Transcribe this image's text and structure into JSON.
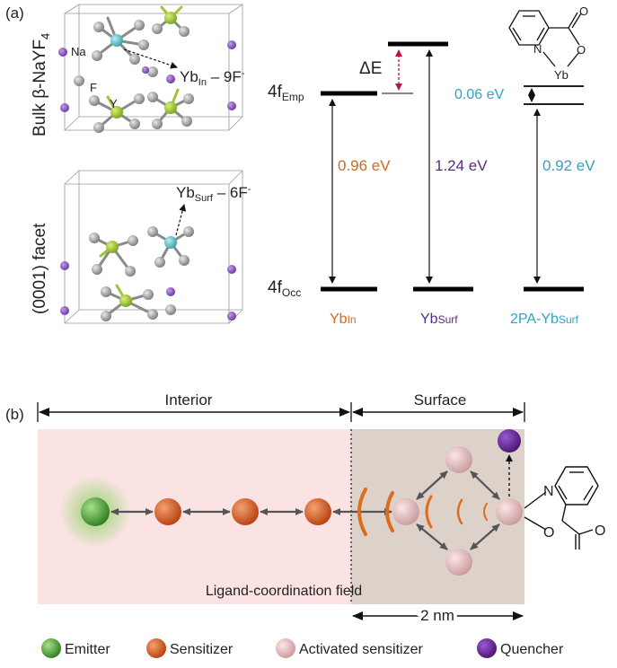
{
  "panel_a": {
    "label": "(a)",
    "crystal_top": {
      "side_label": "Bulk β-NaYF",
      "side_sub": "4",
      "atom_na": "Na",
      "atom_f": "F",
      "atom_y": "Y",
      "site_main": "Yb",
      "site_sub": "In",
      "site_rest": " – 9F",
      "site_sup": "-"
    },
    "crystal_bottom": {
      "side_label": "(0001) facet",
      "site_main": "Yb",
      "site_sub": "Surf",
      "site_rest": " – 6F",
      "site_sup": "-"
    },
    "levels": {
      "emp_main": "4f",
      "emp_sub": "Emp",
      "occ_main": "4f",
      "occ_sub": "Occ",
      "delta_e": "ΔE"
    },
    "energies": {
      "yb_in": "0.96 eV",
      "yb_surf": "1.24 eV",
      "pa_yb": "0.92 eV",
      "small_gap": "0.06 eV"
    },
    "columns": {
      "col1_main": "Yb",
      "col1_sub": "In",
      "col2_main": "Yb",
      "col2_sub": "Surf",
      "col3_main": "2PA-Yb",
      "col3_sub": "Surf"
    },
    "ligand": {
      "n": "N",
      "o": "O",
      "yb": "Yb"
    }
  },
  "panel_b": {
    "label": "(b)",
    "interior": "Interior",
    "surface": "Surface",
    "field_label": "Ligand-coordination field",
    "scale": "2 nm",
    "ligand": {
      "n": "N",
      "o": "O"
    }
  },
  "legend": [
    {
      "label": "Emitter",
      "color": "#3a9a2a"
    },
    {
      "label": "Sensitizer",
      "color": "#d4541a"
    },
    {
      "label": "Activated sensitizer",
      "color": "#e2b4b6"
    },
    {
      "label": "Quencher",
      "color": "#5a1e86"
    }
  ],
  "colors": {
    "orange_text": "#d2691e",
    "purple_text": "#5b2a86",
    "blue_text": "#2aa6c8",
    "delta_arrow": "#c0143c"
  }
}
